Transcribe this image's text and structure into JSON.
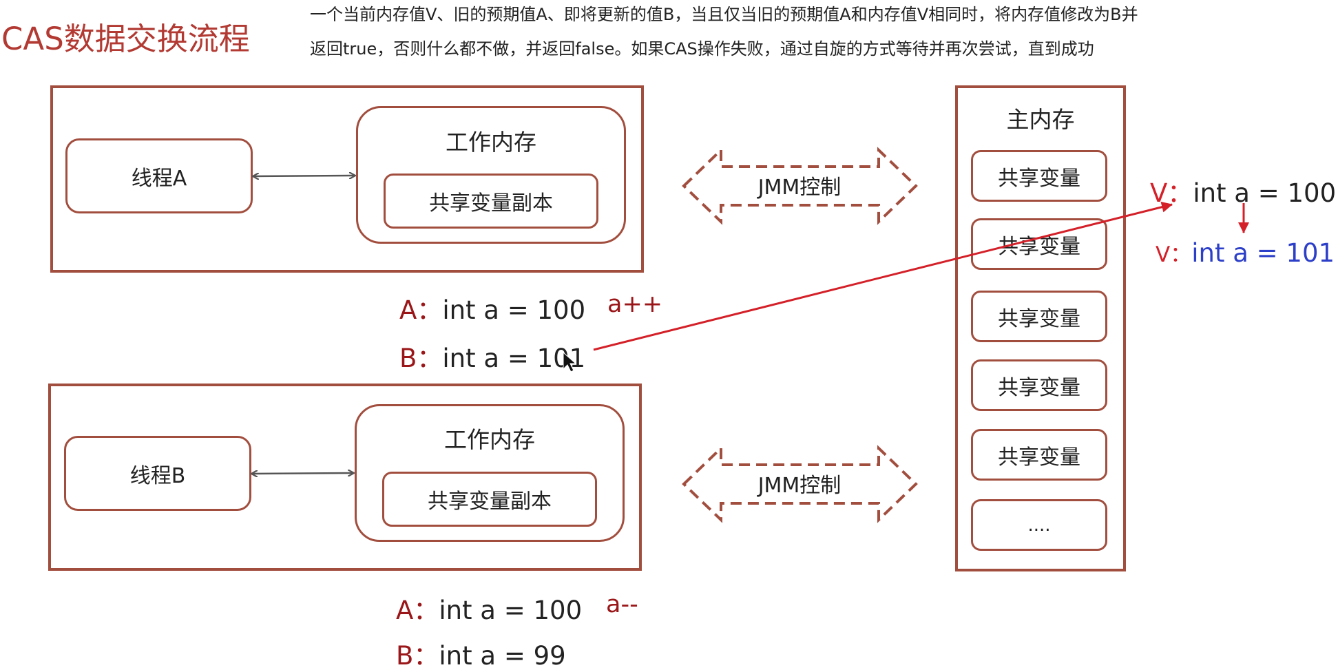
{
  "title": "CAS数据交换流程",
  "description": {
    "line1": "一个当前内存值V、旧的预期值A、即将更新的值B，当且仅当旧的预期值A和内存值V相同时，将内存值修改为B并",
    "line2": "返回true，否则什么都不做，并返回false。如果CAS操作失败，通过自旋的方式等待并再次尝试，直到成功"
  },
  "thread_a": {
    "label": "线程A",
    "work_memory": "工作内存",
    "copy": "共享变量副本",
    "a_prefix": "A：",
    "a_value": "int a = 100",
    "b_prefix": "B：",
    "b_value": "int a = 101",
    "op": "a++"
  },
  "thread_b": {
    "label": "线程B",
    "work_memory": "工作内存",
    "copy": "共享变量副本",
    "a_prefix": "A：",
    "a_value": "int a = 100",
    "b_prefix": "B：",
    "b_value": "int a = 99",
    "op": "a--"
  },
  "jmm": {
    "top": "JMM控制",
    "bottom": "JMM控制"
  },
  "main_memory": {
    "title": "主内存",
    "items": [
      "共享变量",
      "共享变量",
      "共享变量",
      "共享变量",
      "共享变量",
      "...."
    ]
  },
  "v_before": {
    "prefix": "V：",
    "value": "int a = 100"
  },
  "v_after": {
    "prefix": "V：",
    "value": "int a = 101"
  },
  "colors": {
    "border": "#a24e3e",
    "title": "#b23a33",
    "label_red": "#9a1618",
    "arrow_red": "#d42028",
    "updated_blue": "#2c3fc8"
  }
}
